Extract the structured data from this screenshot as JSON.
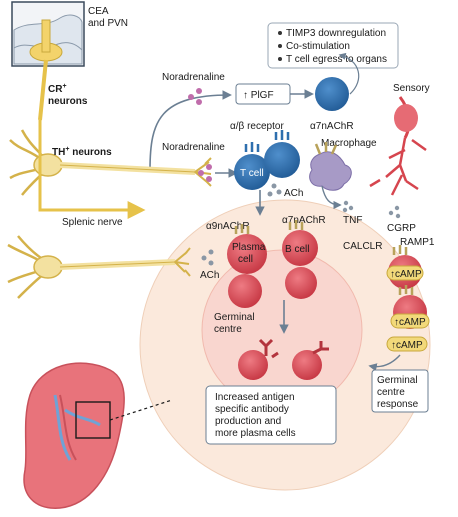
{
  "labels": {
    "cea_pvn_line1": "CEA",
    "cea_pvn_line2": "and PVN",
    "cr_neurons_line1": "CR",
    "cr_neurons_sup": "+",
    "cr_neurons_line2": "neurons",
    "th_neurons": "TH",
    "th_neurons_sup": "+",
    "th_neurons_suffix": " neurons",
    "noradrenaline_top": "Noradrenaline",
    "noradrenaline_mid": "Noradrenaline",
    "pigf": "↑ PlGF",
    "sensory": "Sensory",
    "ab_receptor": "α/β receptor",
    "a7nachr_top": "α7nAChR",
    "macrophage": "Macrophage",
    "t_cell": "T cell",
    "ach_top": "ACh",
    "tnf": "TNF",
    "cgrp": "CGRP",
    "calclr": "CALCLR",
    "ramp1": "RAMP1",
    "splenic_nerve": "Splenic nerve",
    "a9nachr": "α9nAChR",
    "a7nachr_mid": "α7nAChR",
    "plasma_cell_line1": "Plasma",
    "plasma_cell_line2": "cell",
    "b_cell": "B cell",
    "ach_bottom": "ACh",
    "camp_1": "↑cAMP",
    "camp_2": "↑cAMP",
    "camp_3": "↑cAMP",
    "germinal_centre_line1": "Germinal",
    "germinal_centre_line2": "centre",
    "gc_response_line1": "Germinal",
    "gc_response_line2": "centre",
    "gc_response_line3": "response",
    "outcome_line1": "Increased antigen",
    "outcome_line2": "specific antibody",
    "outcome_line3": "production and",
    "outcome_line4": "more plasma cells"
  },
  "legend": {
    "items": [
      "TIMP3 downregulation",
      "Co-stimulation",
      "T cell egress to organs"
    ]
  },
  "colors": {
    "nerve_yellow": "#f3e1a0",
    "nerve_stroke": "#d4b24a",
    "nerve_arrow": "#e6c24a",
    "t_cell_blue": "#2e6fae",
    "arrow_grey": "#6b7f93",
    "spleen_bg": "#fbe9dc",
    "germinal_bg": "#f9d6cf",
    "plasma_red": "#d64a55",
    "macrophage_purple": "#a79ac6",
    "sensory_red": "#d6454e",
    "camp_yellow": "#f2d97a",
    "antibody_red": "#b3343d"
  }
}
